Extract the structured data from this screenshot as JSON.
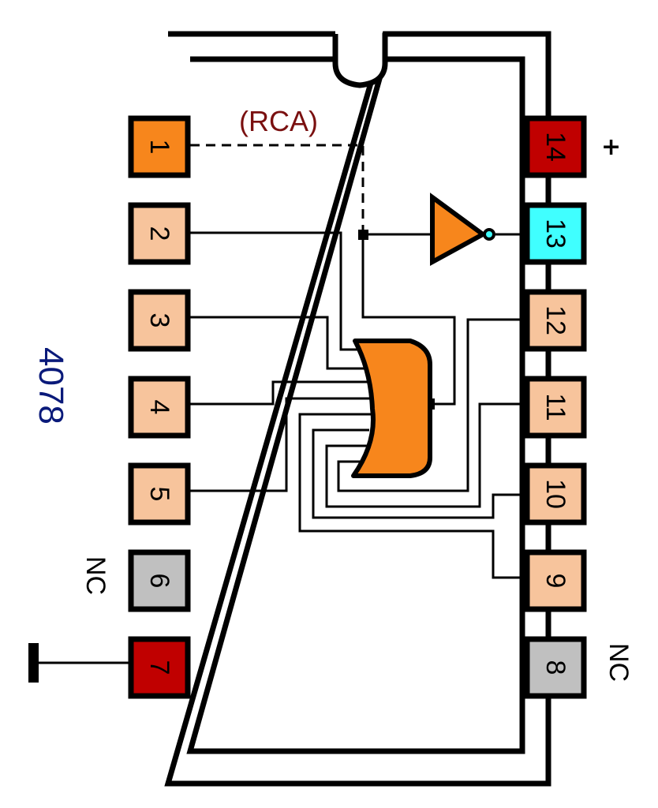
{
  "chip": {
    "part_number": "4078",
    "manufacturer_note": "(RCA)",
    "colors": {
      "part_number_text": "#0a1a7a",
      "rca_text": "#7a1010",
      "gate_fill": "#f7861c",
      "outline": "#000000"
    }
  },
  "pins": {
    "left": [
      {
        "number": "1",
        "color": "#f7861c",
        "role": "output-option (RCA)"
      },
      {
        "number": "2",
        "color": "#f7c49c",
        "role": "input"
      },
      {
        "number": "3",
        "color": "#f7c49c",
        "role": "input"
      },
      {
        "number": "4",
        "color": "#f7c49c",
        "role": "input"
      },
      {
        "number": "5",
        "color": "#f7c49c",
        "role": "input"
      },
      {
        "number": "6",
        "color": "#c0c0c0",
        "role": "NC"
      },
      {
        "number": "7",
        "color": "#c00000",
        "role": "ground"
      }
    ],
    "right": [
      {
        "number": "14",
        "color": "#c00000",
        "role": "supply"
      },
      {
        "number": "13",
        "color": "#40ffff",
        "role": "output"
      },
      {
        "number": "12",
        "color": "#f7c49c",
        "role": "input"
      },
      {
        "number": "11",
        "color": "#f7c49c",
        "role": "input"
      },
      {
        "number": "10",
        "color": "#f7c49c",
        "role": "input"
      },
      {
        "number": "9",
        "color": "#f7c49c",
        "role": "input"
      },
      {
        "number": "8",
        "color": "#c0c0c0",
        "role": "NC"
      }
    ]
  },
  "labels": {
    "nc_left": "NC",
    "nc_right": "NC",
    "supply_symbol": "+"
  },
  "gates": {
    "main": "8-input OR gate",
    "inverter": "NOT gate (output to pin 13)"
  }
}
